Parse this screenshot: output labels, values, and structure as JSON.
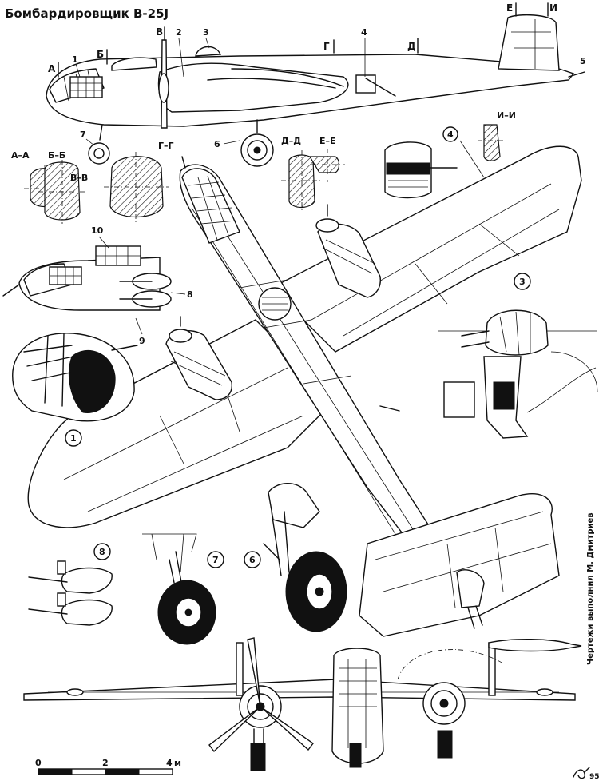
{
  "title": "Бомбардировщик В-25J",
  "credit": "Чертежи выполнил М. Дмитриев",
  "signature_year": "95",
  "section_labels": {
    "A": "А",
    "B": "Б",
    "V": "В",
    "G": "Г",
    "D": "Д",
    "E": "Е",
    "I": "И"
  },
  "section_views": {
    "aa": "А–А",
    "bb": "Б–Б",
    "vv": "В–В",
    "gg": "Г–Г",
    "dd": "Д–Д",
    "ee": "Е–Е",
    "ii": "И–И"
  },
  "callouts": {
    "n1": "1",
    "n2": "2",
    "n3": "3",
    "n4": "4",
    "n5": "5",
    "n6": "6",
    "n7": "7",
    "n8": "8",
    "n9": "9",
    "n10": "10"
  },
  "detail_circles": {
    "c1": "1",
    "c3": "3",
    "c4": "4",
    "c6": "6",
    "c7": "7",
    "c8": "8"
  },
  "scale": {
    "t0": "0",
    "t2": "2",
    "t4": "4",
    "unit": "м"
  }
}
